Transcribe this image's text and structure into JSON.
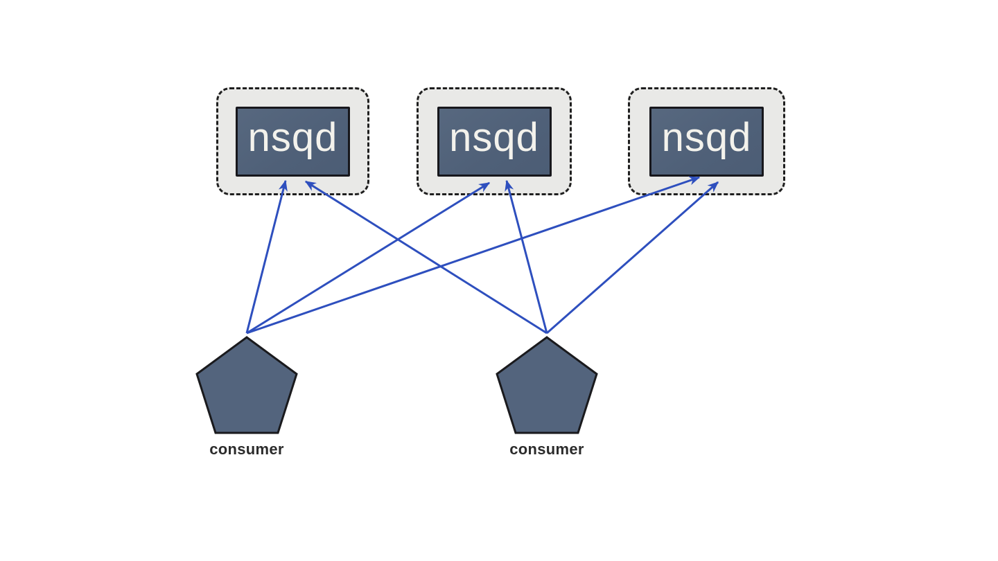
{
  "diagram": {
    "type": "topology",
    "description": "Two consumers connect to three nsqd instances (NSQ messaging architecture)",
    "nodes": {
      "nsqd": [
        {
          "id": "nsqd-1",
          "label": "nsqd",
          "shape": "rounded-dashed-container with inner rectangle"
        },
        {
          "id": "nsqd-2",
          "label": "nsqd",
          "shape": "rounded-dashed-container with inner rectangle"
        },
        {
          "id": "nsqd-3",
          "label": "nsqd",
          "shape": "rounded-dashed-container with inner rectangle"
        }
      ],
      "consumers": [
        {
          "id": "consumer-1",
          "label": "consumer",
          "shape": "pentagon"
        },
        {
          "id": "consumer-2",
          "label": "consumer",
          "shape": "pentagon"
        }
      ]
    },
    "edges": [
      {
        "from": "consumer-1",
        "to": "nsqd-1",
        "style": "arrow"
      },
      {
        "from": "consumer-1",
        "to": "nsqd-2",
        "style": "arrow"
      },
      {
        "from": "consumer-1",
        "to": "nsqd-3",
        "style": "arrow"
      },
      {
        "from": "consumer-2",
        "to": "nsqd-1",
        "style": "arrow"
      },
      {
        "from": "consumer-2",
        "to": "nsqd-2",
        "style": "arrow"
      },
      {
        "from": "consumer-2",
        "to": "nsqd-3",
        "style": "arrow"
      }
    ],
    "colors": {
      "background": "#ffffff",
      "arrow": "#2e4fbe",
      "node_fill": "#53647d",
      "node_border": "#17171c",
      "dashed_container_fill": "#e9e9e7",
      "dashed_container_border": "#1f1f1f",
      "nsqd_text": "#f3f2ec",
      "consumer_text": "#2b2b2b"
    }
  }
}
